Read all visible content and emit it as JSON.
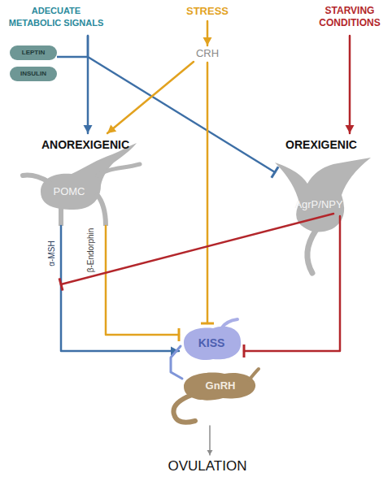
{
  "diagram": {
    "nodes": [
      {
        "text": [
          "ADECUATE METABOLIC SIGNALS"
        ]
      },
      {
        "text": [
          "LEPTIN"
        ]
      },
      {
        "text": [
          "INSULIN"
        ]
      },
      {
        "text": [
          "STRESS"
        ]
      },
      {
        "text": [
          "CRH"
        ]
      },
      {
        "text": [
          "STARVING CONDITIONS"
        ]
      },
      {
        "text": [
          "ANOREXIGENIC",
          "POMC"
        ]
      },
      {
        "text": [
          "OREXIGENIC",
          "AgrP/NPY"
        ]
      },
      {
        "text": [
          "KISS"
        ]
      },
      {
        "text": [
          "GnRH"
        ]
      },
      {
        "text": [
          "OVULATION"
        ]
      }
    ],
    "edges": [
      {
        "from": 0,
        "to": 6,
        "arrow": "to"
      },
      {
        "from": 0,
        "to": 7,
        "arrow": "to"
      },
      {
        "from": 3,
        "to": 4,
        "arrow": "to"
      },
      {
        "from": 4,
        "to": 6,
        "arrow": "to"
      },
      {
        "from": 4,
        "to": 8,
        "arrow": "to"
      },
      {
        "from": 5,
        "to": 7,
        "arrow": "to"
      },
      {
        "from": 6,
        "to": 8,
        "label": "α-MSH",
        "arrow": "to"
      },
      {
        "from": 6,
        "to": 8,
        "label": "β-Endorphin",
        "arrow": "to"
      },
      {
        "from": 7,
        "to": 6,
        "arrow": "to"
      },
      {
        "from": 7,
        "to": 8,
        "arrow": "to"
      },
      {
        "from": 8,
        "to": 9,
        "arrow": "none"
      },
      {
        "from": 9,
        "to": 10,
        "arrow": "to"
      }
    ]
  }
}
